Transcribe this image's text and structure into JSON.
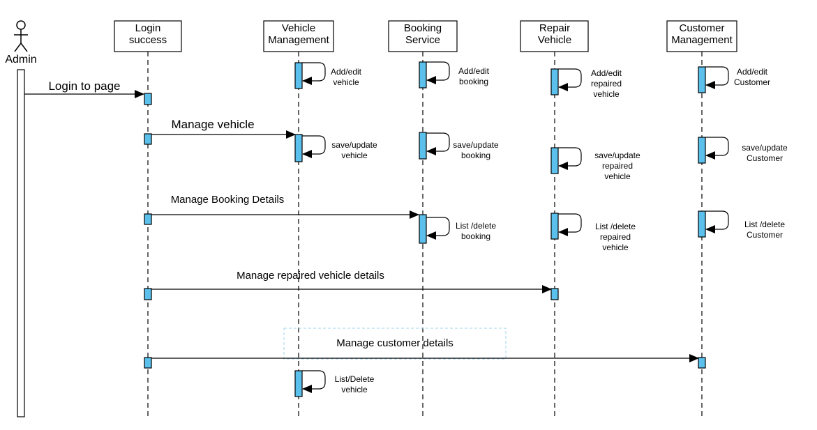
{
  "actor": {
    "label": "Admin"
  },
  "lifelines": [
    {
      "id": "login",
      "lines": [
        "Login",
        "success"
      ]
    },
    {
      "id": "vehicle",
      "lines": [
        "Vehicle",
        "Management"
      ]
    },
    {
      "id": "booking",
      "lines": [
        "Booking",
        "Service"
      ]
    },
    {
      "id": "repair",
      "lines": [
        "Repair",
        "Vehicle"
      ]
    },
    {
      "id": "customer",
      "lines": [
        "Customer",
        "Management"
      ]
    }
  ],
  "messages": [
    {
      "label": "Login to page"
    },
    {
      "label": "Manage vehicle"
    },
    {
      "label": "Manage Booking Details"
    },
    {
      "label": "Manage repaired vehicle details"
    },
    {
      "label": "Manage customer details"
    }
  ],
  "self_calls": [
    {
      "lines": [
        "Add/edit",
        "vehicle"
      ]
    },
    {
      "lines": [
        "Add/edit",
        "booking"
      ]
    },
    {
      "lines": [
        "Add/edit",
        "repaired",
        "vehicle"
      ]
    },
    {
      "lines": [
        "Add/edit",
        "Customer"
      ]
    },
    {
      "lines": [
        "save/update",
        "vehicle"
      ]
    },
    {
      "lines": [
        "save/update",
        "booking"
      ]
    },
    {
      "lines": [
        "save/update",
        "repaired",
        "vehicle"
      ]
    },
    {
      "lines": [
        "save/update",
        "Customer"
      ]
    },
    {
      "lines": [
        "List /delete",
        "booking"
      ]
    },
    {
      "lines": [
        "List /delete",
        "repaired",
        "vehicle"
      ]
    },
    {
      "lines": [
        "List /delete",
        "Customer"
      ]
    },
    {
      "lines": [
        "List/Delete",
        "vehicle"
      ]
    }
  ],
  "colors": {
    "activation_fill": "#5BC0EB",
    "selection_border": "#9fd3ec"
  }
}
